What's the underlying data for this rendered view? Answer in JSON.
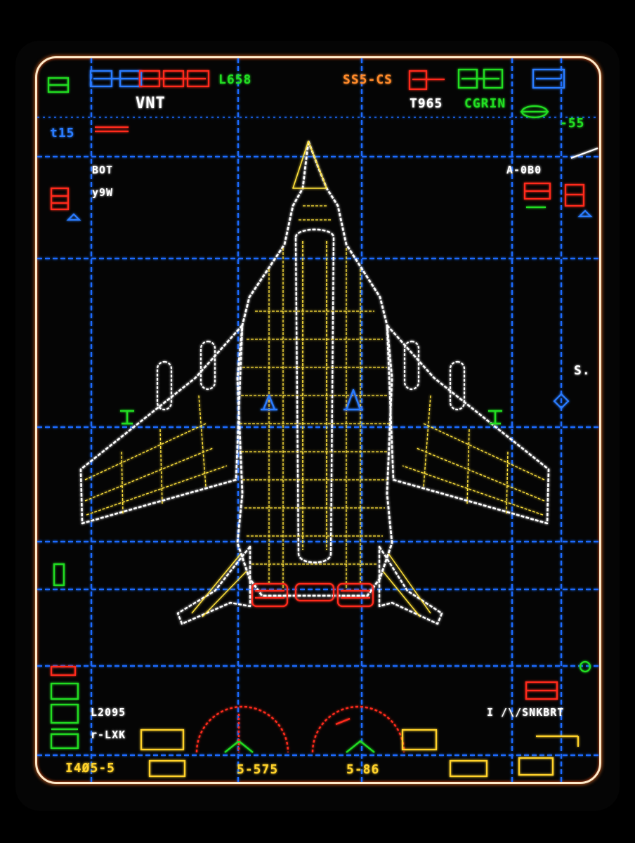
{
  "display": {
    "colors": {
      "grid": "#1f6bff",
      "frame": "#ffe9c8",
      "wire_outer": "#ffffff",
      "wire_inner": "#ffe23a",
      "exhaust": "#ff2a1a",
      "hud_red": "#ff2a1a",
      "hud_green": "#22dd22",
      "hud_blue": "#2a7cff",
      "hud_yellow": "#ffd22a"
    }
  },
  "header": {
    "top_left_code": "L658",
    "top_left_sub": "VNT",
    "top_right_code": "SS5-CS",
    "top_right_sub_white": "T965",
    "top_right_sub_green": "CGRIN",
    "right_readout": "-55"
  },
  "left_panel": {
    "readout_1": "t15",
    "label_1": "BOT",
    "label_2": "y9W"
  },
  "right_panel": {
    "readout_1": "A-0B0",
    "side_mark": "S."
  },
  "bottom_panel": {
    "left_readout_1": "L2095",
    "left_readout_2": "r-LXK",
    "right_readout_1": "I /\\/SNKBRT",
    "footer_left": "I4Ø5-5",
    "footer_mid_1": "5-575",
    "footer_mid_2": "5-86"
  }
}
